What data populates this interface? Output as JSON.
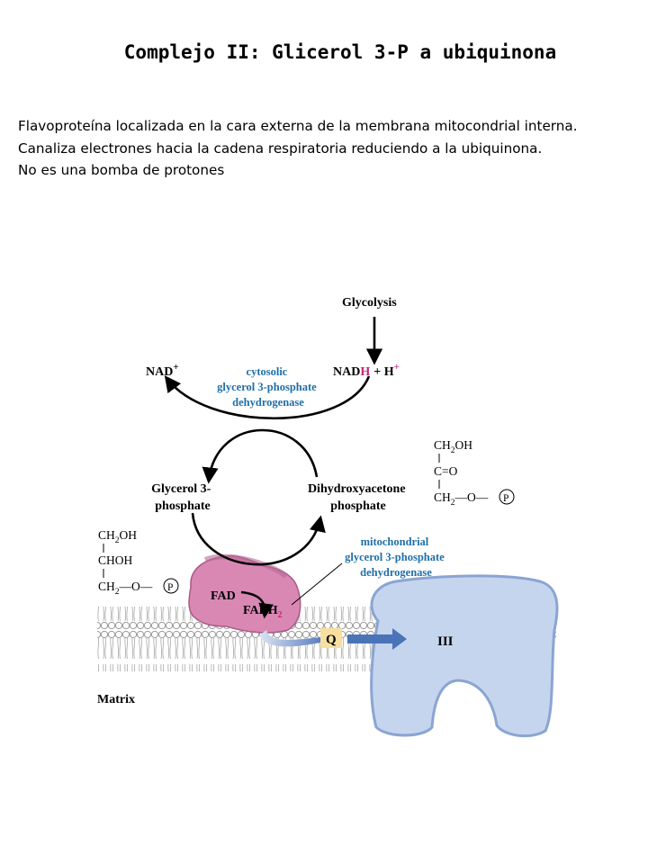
{
  "title": "Complejo II: Glicerol 3-P a ubiquinona",
  "paragraphs": [
    "Flavoproteína localizada en la cara externa de la membrana mitocondrial interna.",
    "Canaliza electrones hacia la cadena respiratoria reduciendo a la ubiquinona.",
    "No es una bomba de protones"
  ],
  "diagram": {
    "glycolysis": "Glycolysis",
    "nad_plus": "NAD",
    "nad_plus_sup": "+",
    "nadh_prefix": "NAD",
    "nadh_h": "H",
    "plus_h": "+ H",
    "plus_h_sup": "+",
    "cytosolic_enzyme": [
      "cytosolic",
      "glycerol 3-phosphate",
      "dehydrogenase"
    ],
    "glycerol3p": [
      "Glycerol 3-",
      "phosphate"
    ],
    "dhap": [
      "Dihydroxyacetone",
      "phosphate"
    ],
    "mito_enzyme": [
      "mitochondrial",
      "glycerol 3-phosphate",
      "dehydrogenase"
    ],
    "fad": "FAD",
    "fadh2": "FADH",
    "fadh2_sub": "2",
    "q": "Q",
    "complex": "III",
    "matrix": "Matrix",
    "dhap_structure": {
      "line1": "CH",
      "line1_sub": "2",
      "line1_end": "OH",
      "line2": "C=O",
      "line3": "CH",
      "line3_sub": "2",
      "line3_end": "—O—",
      "phosphate": "P"
    },
    "g3p_structure": {
      "line1": "CH",
      "line1_sub": "2",
      "line1_end": "OH",
      "line2": "CHOH",
      "line3": "CH",
      "line3_sub": "2",
      "line3_end": "—O—",
      "phosphate": "P"
    }
  },
  "colors": {
    "enzyme_label": "#1f6fa8",
    "highlight": "#c8247a",
    "membrane": "#b8b8b8",
    "complex_fill": "#c6d5ee",
    "complex_edge": "#8aa5d2",
    "enzyme_fill": "#d988b4",
    "q_box": "#f7dfa0",
    "flow_arrow": "#4a73b8"
  }
}
